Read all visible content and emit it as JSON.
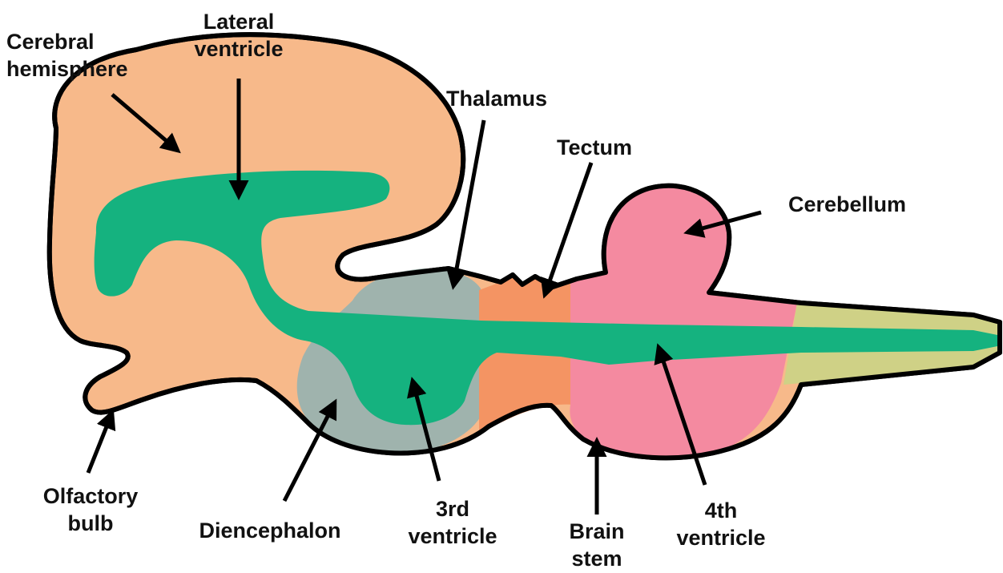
{
  "labels": {
    "cerebral_hemisphere": [
      "Cerebral",
      "hemisphere"
    ],
    "lateral_ventricle": [
      "Lateral",
      "ventricle"
    ],
    "thalamus": [
      "Thalamus"
    ],
    "tectum": [
      "Tectum"
    ],
    "cerebellum": [
      "Cerebellum"
    ],
    "olfactory_bulb": [
      "Olfactory",
      "bulb"
    ],
    "diencephalon": [
      "Diencephalon"
    ],
    "third_ventricle": [
      "3rd",
      "ventricle"
    ],
    "brain_stem": [
      "Brain",
      "stem"
    ],
    "fourth_ventricle": [
      "4th",
      "ventricle"
    ]
  },
  "colors": {
    "cerebrum": "#f7b98a",
    "ventricle": "#15b27f",
    "diencephalon": "#9fb3ad",
    "tectum": "#f49463",
    "hindbrain": "#f48aa0",
    "spinal_cord": "#cfd186",
    "outline": "#000000"
  }
}
